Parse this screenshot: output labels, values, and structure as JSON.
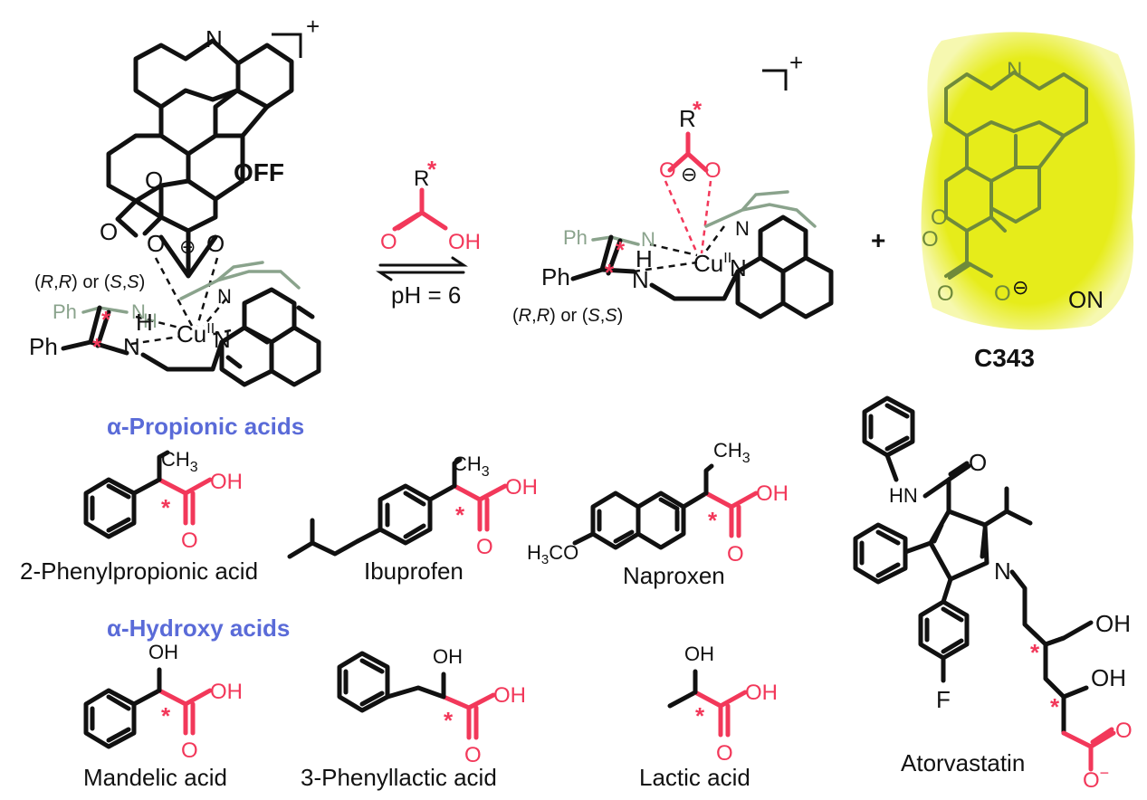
{
  "scheme": {
    "charge_plus": "+",
    "plus_sign": "+",
    "off_label": "OFF",
    "on_label": "ON",
    "c343_label": "C343",
    "stereo_open": "(",
    "stereo_R1": "R",
    "stereo_comma1": ",",
    "stereo_R2": "R",
    "stereo_or": ") or (",
    "stereo_S1": "S",
    "stereo_comma2": ",",
    "stereo_S2": "S",
    "stereo_close": ")",
    "reagent_R": "R",
    "reagent_O": "O",
    "reagent_OH": "OH",
    "condition": "pH = 6",
    "star": "*",
    "atoms": {
      "N": "N",
      "O": "O",
      "H": "H",
      "Ph": "Ph",
      "Cu": "Cu",
      "Cu_ox": "II",
      "OH": "OH",
      "CH": "CH",
      "sub3": "3",
      "HN": "HN",
      "F": "F",
      "H3CO_H": "H",
      "H3CO_3": "3",
      "H3CO_CO": "CO",
      "minus": "−",
      "minus_circ": "⊖"
    }
  },
  "propionic": {
    "heading": "α-Propionic acids",
    "items": [
      {
        "name": "2-Phenylpropionic acid"
      },
      {
        "name": "Ibuprofen"
      },
      {
        "name": "Naproxen"
      }
    ]
  },
  "hydroxy": {
    "heading": "α-Hydroxy acids",
    "items": [
      {
        "name": "Mandelic acid"
      },
      {
        "name": "3-Phenyllactic  acid"
      },
      {
        "name": "Lactic acid"
      }
    ]
  },
  "atorvastatin": {
    "name": "Atorvastatin"
  },
  "colors": {
    "accent_red": "#f2385a",
    "heading_blue": "#5a6bd8",
    "glow_yellow": "#e6ec1a"
  }
}
